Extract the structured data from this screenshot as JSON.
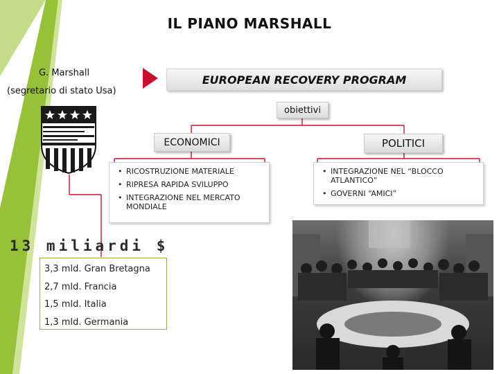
{
  "title": "IL PIANO MARSHALL",
  "marshall": {
    "name": "G. Marshall",
    "role": "(segretario di stato Usa)"
  },
  "logo": {
    "icon": "eagle-shield-logo"
  },
  "program": "EUROPEAN RECOVERY PROGRAM",
  "obiettivi": "obiettivi",
  "economici": {
    "label": "ECONOMICI",
    "items": [
      "RICOSTRUZIONE MATERIALE",
      "RIPRESA RAPIDA SVILUPPO",
      "INTEGRAZIONE NEL MERCATO MONDIALE"
    ]
  },
  "politici": {
    "label": "POLITICI",
    "items": [
      "INTEGRAZIONE NEL “BLOCCO ATLANTICO”",
      "GOVERNI “AMICI”"
    ]
  },
  "funding": {
    "total": "13 miliardi $",
    "allocations": [
      "3,3 mld. Gran Bretagna",
      "2,7 mld. Francia",
      "1,5 mld. Italia",
      "1,3 mld. Germania"
    ]
  },
  "colors": {
    "accent_green": "#98c13a",
    "connector_red": "#c8102e",
    "arrow_red": "#c8102e"
  }
}
